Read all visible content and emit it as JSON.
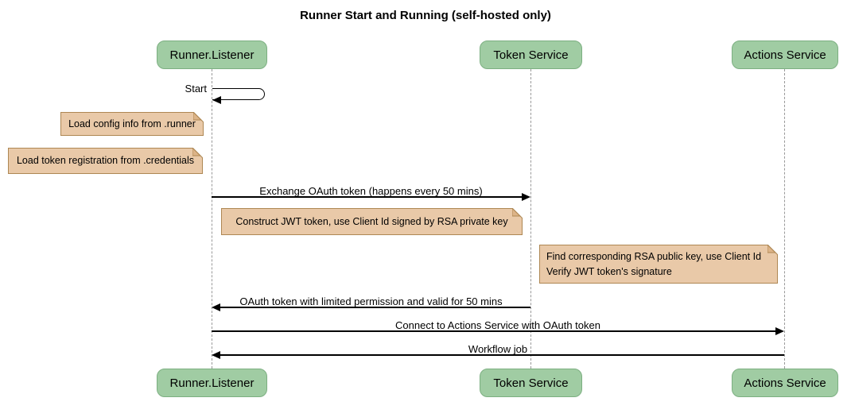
{
  "title": "Runner Start and Running (self-hosted only)",
  "colors": {
    "background": "#FFFFFF",
    "participant_fill": "#A0CCA3",
    "participant_border": "#7CAF81",
    "note_fill": "#E9C9A8",
    "note_border": "#AE8753",
    "note_fold": "#DDB488",
    "lifeline_color": "#999999",
    "arrow_color": "#000000"
  },
  "participants": [
    {
      "id": "runner-listener",
      "label": "Runner.Listener"
    },
    {
      "id": "token-service",
      "label": "Token Service"
    },
    {
      "id": "actions-service",
      "label": "Actions Service"
    }
  ],
  "messages": [
    {
      "label": "Start",
      "from": "runner-listener",
      "to": "runner-listener",
      "type": "self"
    },
    {
      "label": "Exchange OAuth token (happens every 50 mins)",
      "from": "runner-listener",
      "to": "token-service",
      "type": "solid-arrow"
    },
    {
      "label": "OAuth token with limited permission and valid for 50 mins",
      "from": "token-service",
      "to": "runner-listener",
      "type": "solid-arrow"
    },
    {
      "label": "Connect to Actions Service with OAuth token",
      "from": "runner-listener",
      "to": "actions-service",
      "type": "solid-arrow"
    },
    {
      "label": "Workflow job",
      "from": "actions-service",
      "to": "runner-listener",
      "type": "solid-arrow"
    }
  ],
  "notes": [
    {
      "label": "Load config info from .runner",
      "position": "left of runner-listener"
    },
    {
      "label": "Load token registration from .credentials",
      "position": "left of runner-listener"
    },
    {
      "label": "Construct JWT token, use Client Id signed by RSA private key",
      "position": "over runner-listener / token-service"
    },
    {
      "label": "Find corresponding RSA public key, use Client Id",
      "line2": "Verify JWT token's signature",
      "position": "over token-service / actions-service"
    }
  ]
}
